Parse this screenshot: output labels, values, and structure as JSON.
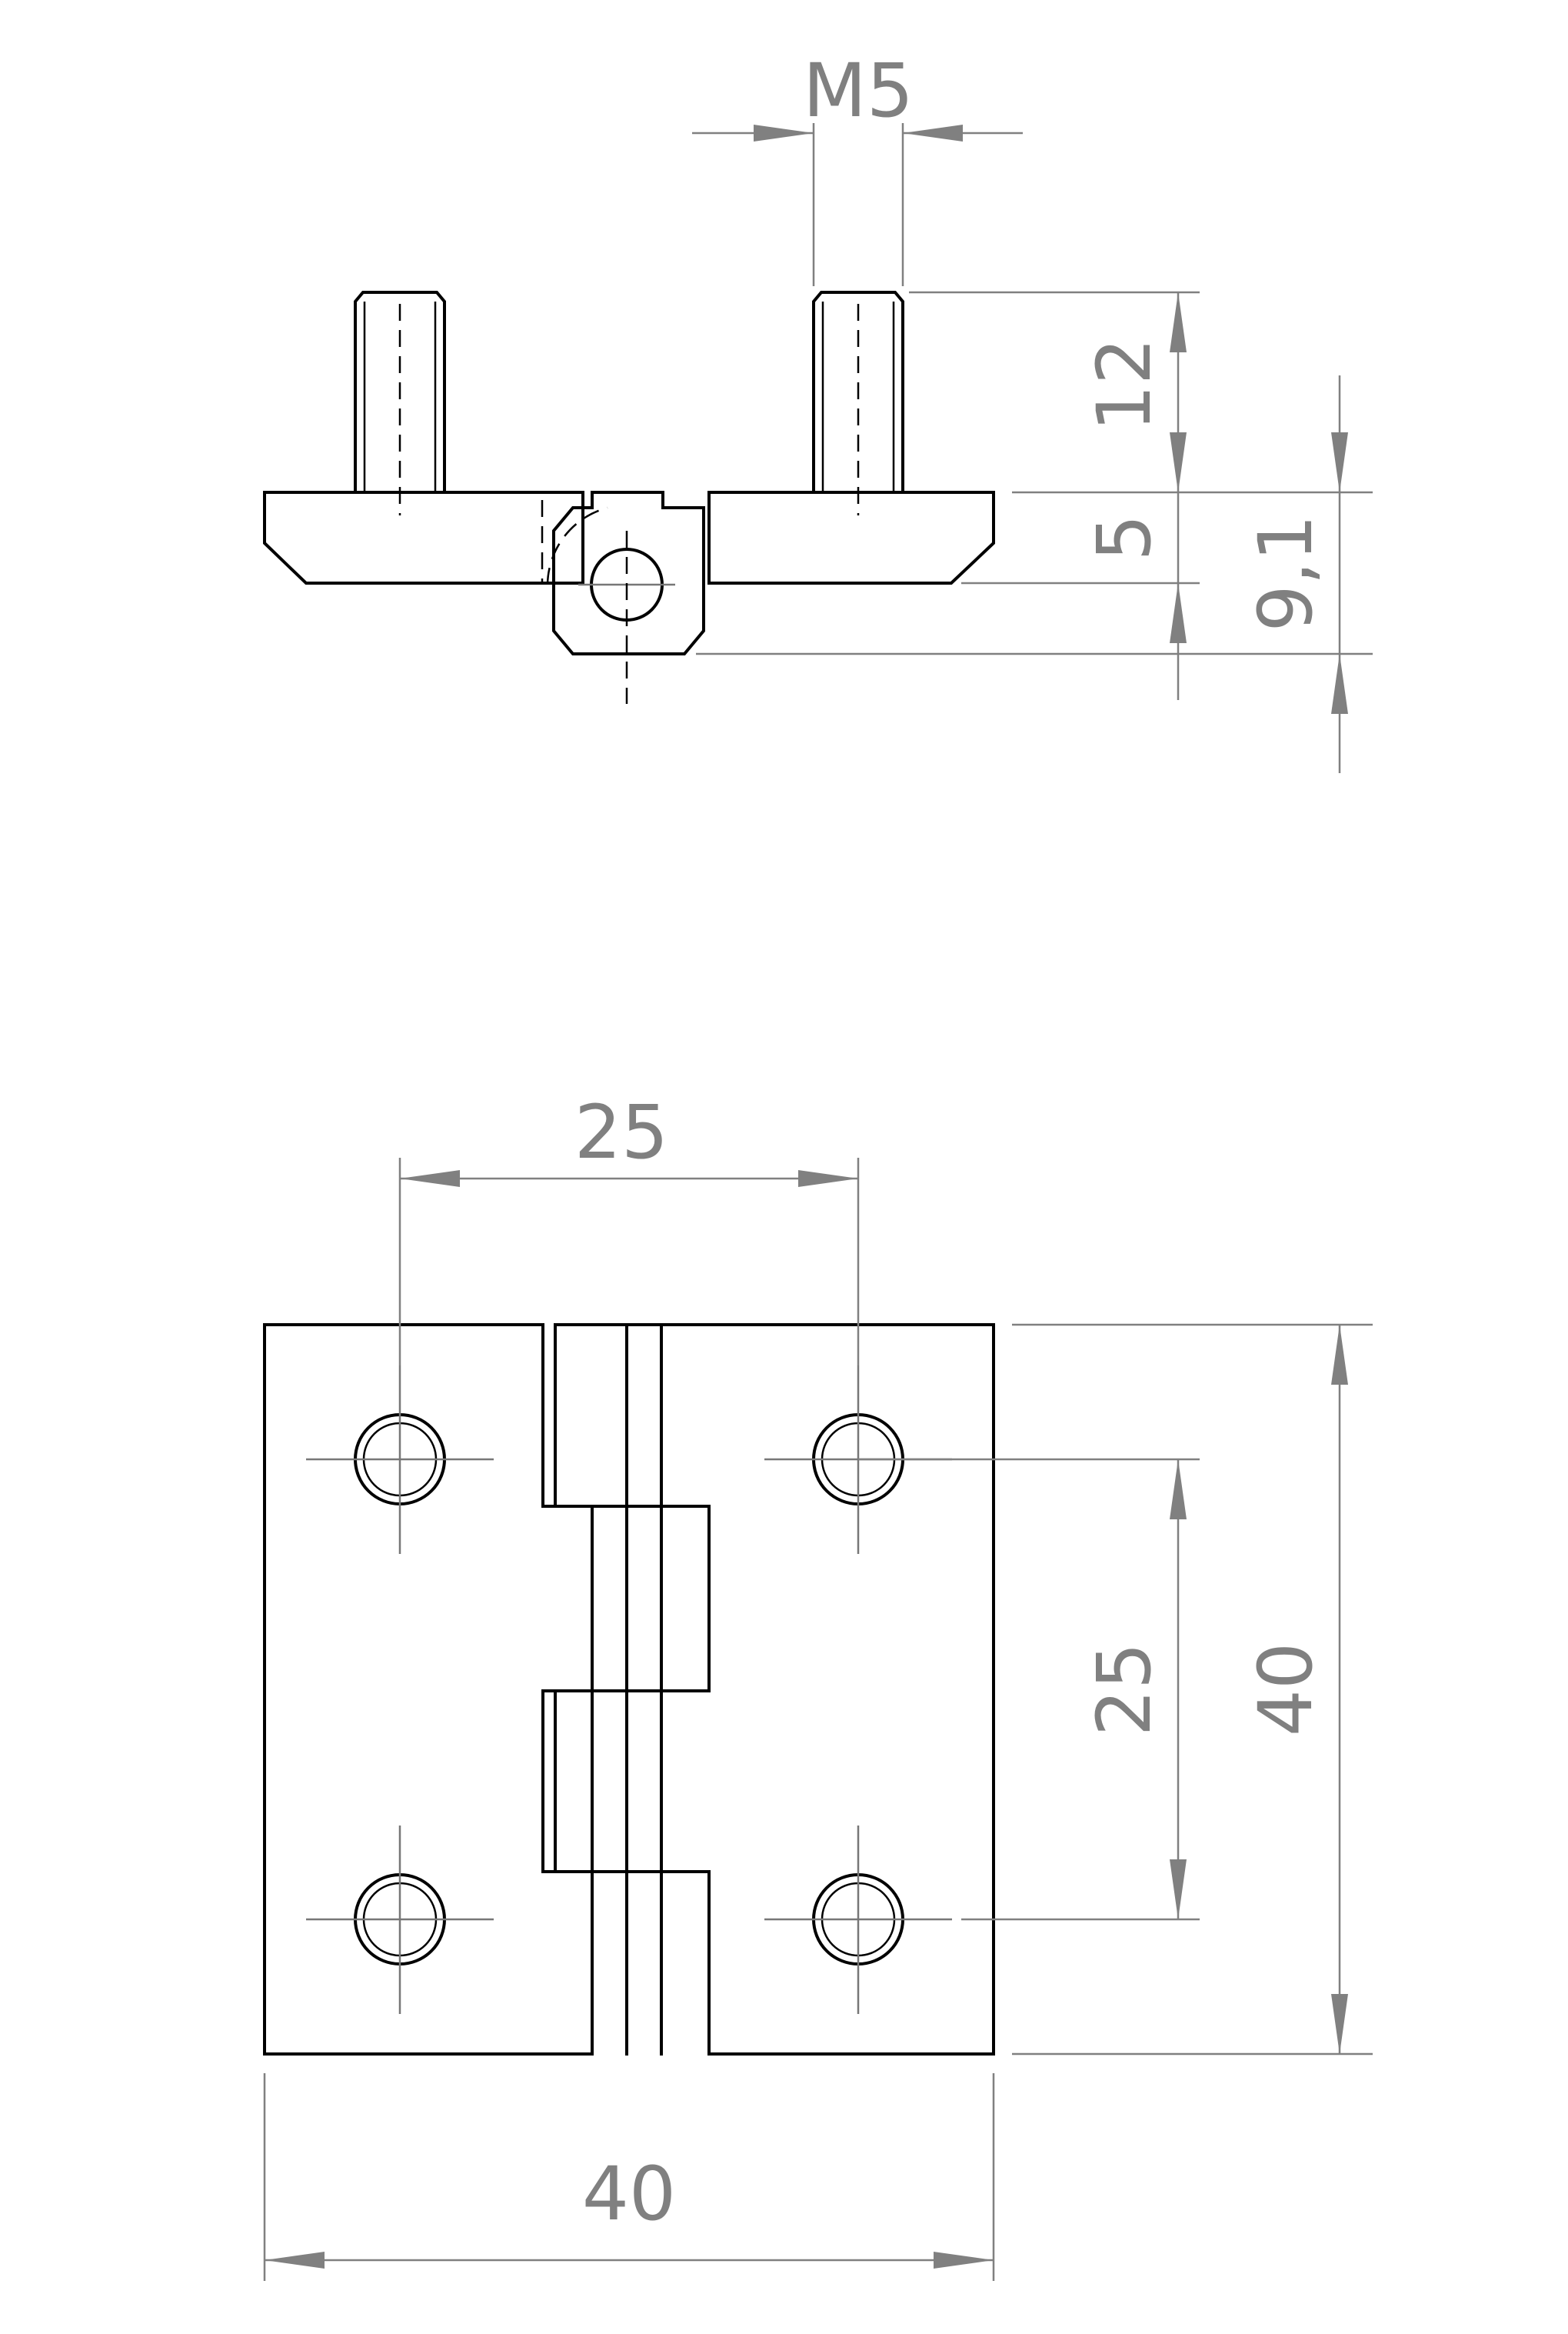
{
  "dimensions": {
    "thread": "M5",
    "stud_length": "12",
    "leaf_thickness": "5",
    "knuckle_height": "9,1",
    "hole_spacing_horizontal": "25",
    "hole_spacing_vertical": "25",
    "overall_height": "40",
    "overall_width": "40"
  },
  "colors": {
    "object_line": "#000000",
    "dimension_line": "#808080",
    "background": "#ffffff"
  }
}
